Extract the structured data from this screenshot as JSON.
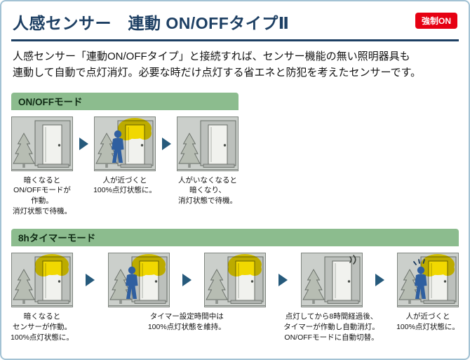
{
  "page": {
    "title": "人感センサー　連動 ON/OFFタイプⅡ",
    "badge": "強制ON",
    "description": "人感センサー「連動ON/OFFタイプ」と接続すれば、センサー機能の無い照明器具も\n連動して自動で点灯消灯。必要な時だけ点灯する省エネと防犯を考えたセンサーです。"
  },
  "colors": {
    "border": "#a3c2d4",
    "accent_navy": "#1d3f63",
    "badge_red": "#e60012",
    "mode_bar_green": "#8cbc8e",
    "glow_yellow": "#ffe400",
    "person_blue": "#2f5fa0",
    "arrow_blue": "#265a7c"
  },
  "sections": [
    {
      "label": "ON/OFFモード",
      "steps": [
        "door-standby-dark-icon",
        "person-approach-lit-icon",
        "door-vacant-dark-icon"
      ],
      "captions": [
        "暗くなると\nON/OFFモードが\n作動。\n消灯状態で待機。",
        "人が近づくと\n100%点灯状態に。",
        "人がいなくなると\n暗くなり、\n消灯状態で待機。"
      ]
    },
    {
      "label": "8hタイマーモード",
      "steps": [
        "sensor-activated-lit-icon",
        "person-approach-lit-icon",
        "timer-keep-lit-icon",
        "timer-auto-off-icon",
        "person-detected-lit-icon"
      ],
      "captions": [
        "暗くなると\nセンサーが作動。\n100%点灯状態に。",
        "タイマー設定時間中は\n100%点灯状態を維持。",
        "点灯してから8時間経過後、\nタイマーが作動し自動消灯。\nON/OFFモードに自動切替。",
        "人が近づくと\n100%点灯状態に。"
      ]
    }
  ]
}
